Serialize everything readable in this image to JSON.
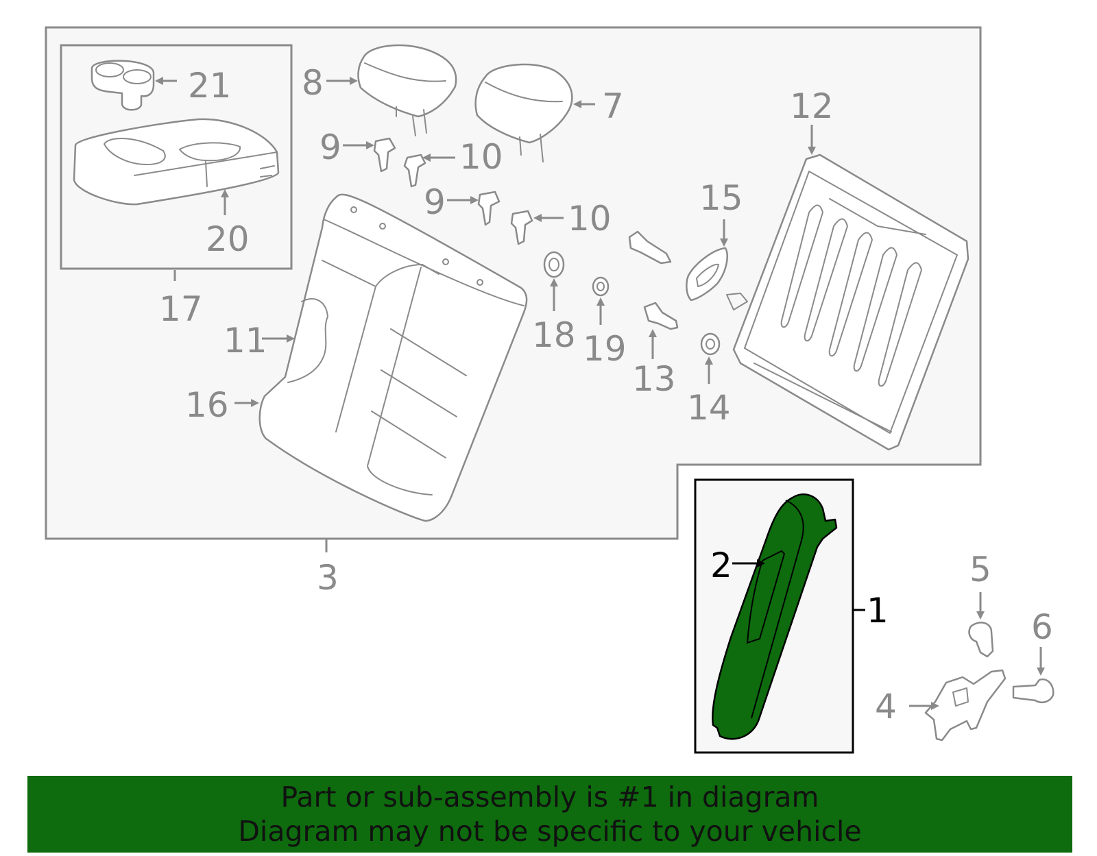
{
  "callouts": {
    "c1": "1",
    "c2": "2",
    "c3": "3",
    "c4": "4",
    "c5": "5",
    "c6": "6",
    "c7": "7",
    "c8": "8",
    "c9a": "9",
    "c9b": "9",
    "c10a": "10",
    "c10b": "10",
    "c11": "11",
    "c12": "12",
    "c13": "13",
    "c14": "14",
    "c15": "15",
    "c16": "16",
    "c17": "17",
    "c18": "18",
    "c19": "19",
    "c20": "20",
    "c21": "21"
  },
  "highlight": {
    "part": "1",
    "color": "#0e6b0e"
  },
  "banner": {
    "line1": "Part or sub-assembly is #1 in diagram",
    "line2": "Diagram may not be specific to your vehicle"
  }
}
